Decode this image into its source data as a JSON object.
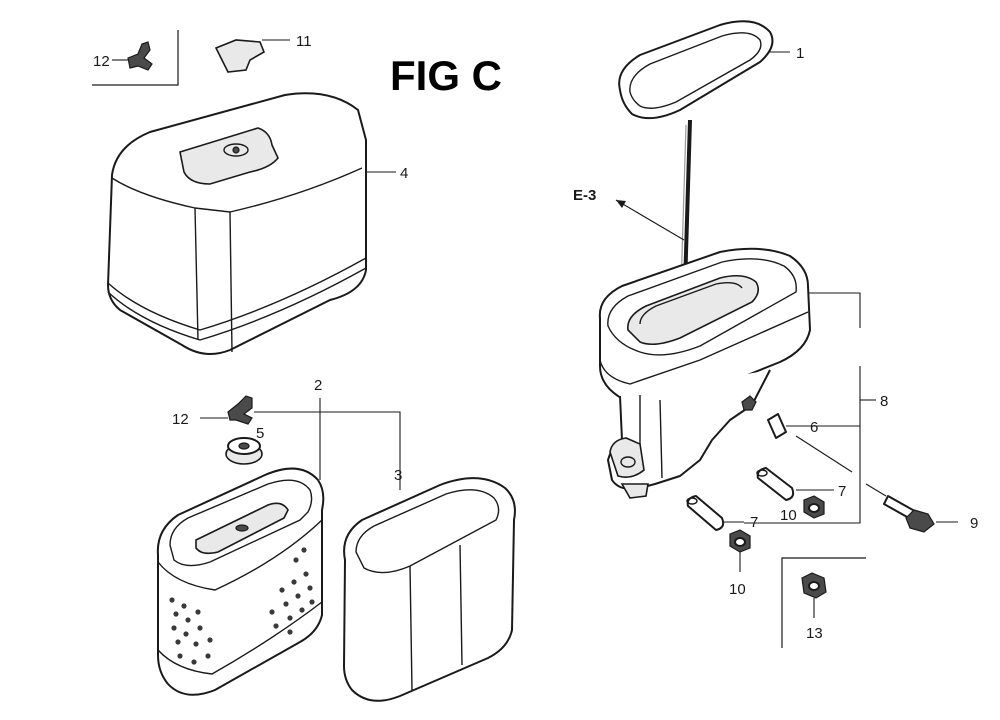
{
  "figure": {
    "title": "FIG C",
    "reference": "E-3"
  },
  "callouts": {
    "c1": "1",
    "c2": "2",
    "c3": "3",
    "c4": "4",
    "c5": "5",
    "c6": "6",
    "c7a": "7",
    "c7b": "7",
    "c8": "8",
    "c9": "9",
    "c10a": "10",
    "c10b": "10",
    "c11": "11",
    "c12a": "12",
    "c12b": "12",
    "c13": "13"
  }
}
